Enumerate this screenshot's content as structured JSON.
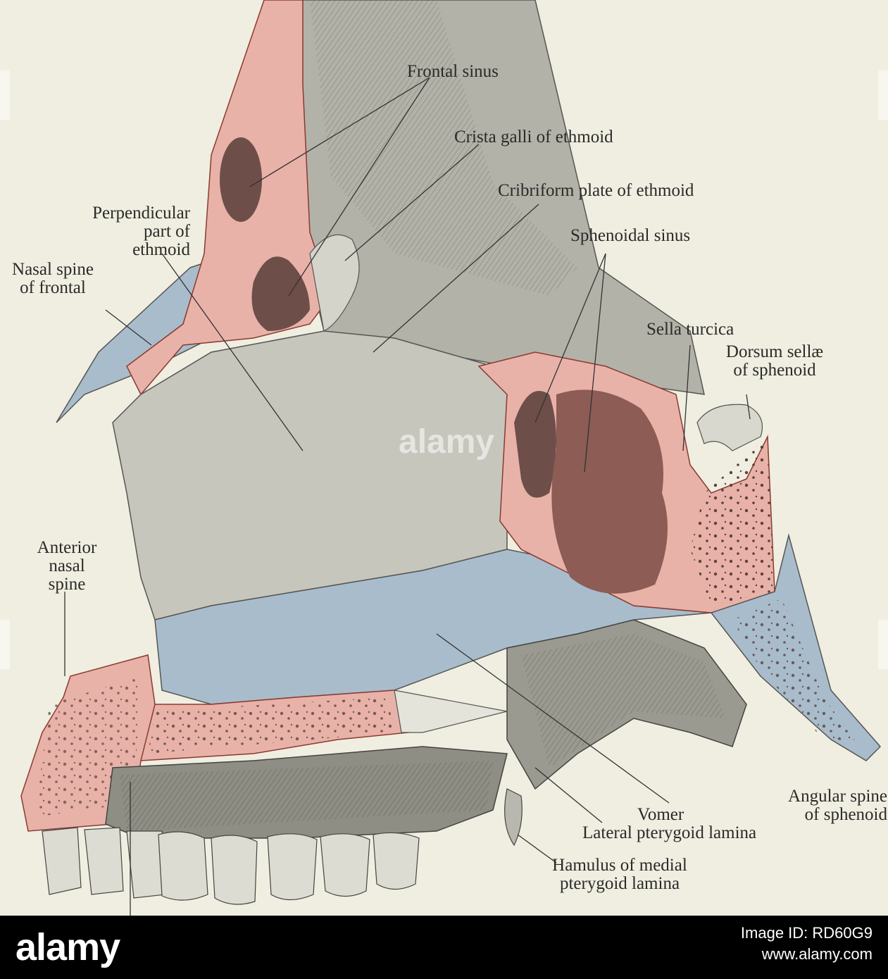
{
  "labels": {
    "frontal_sinus": "Frontal sinus",
    "crista_galli": "Crista galli of ethmoid",
    "cribriform_plate": "Cribriform plate of ethmoid",
    "perpendicular_part": "Perpendicular\npart of\nethmoid",
    "sphenoidal_sinus": "Sphenoidal sinus",
    "nasal_spine_frontal": "Nasal spine\nof frontal",
    "sella_turcica": "Sella turcica",
    "dorsum_sellae": "Dorsum sellæ\nof sphenoid",
    "anterior_nasal_spine": "Anterior\nnasal\nspine",
    "angular_spine": "Angular spine\nof sphenoid",
    "vomer": "Vomer",
    "lateral_pterygoid": "Lateral pterygoid lamina",
    "hamulus": "Hamulus of medial\npterygoid lamina"
  },
  "watermark": "alamy",
  "footer": {
    "logo": "alamy",
    "line1": "Image ID: RD60G9",
    "line2": "www.alamy.com"
  },
  "colors": {
    "bone_grey": "#bdbdb3",
    "cut_pink": "#e8b2a8",
    "cut_blue": "#a9bccb",
    "sinus_dark": "#6e4e49",
    "background": "#efeee0"
  }
}
